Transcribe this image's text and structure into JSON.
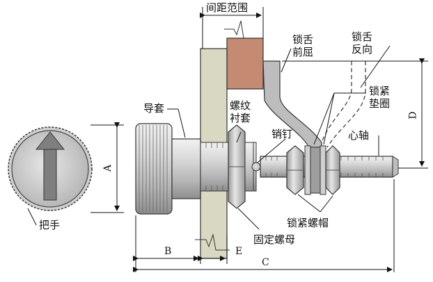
{
  "labels": {
    "spacing_range": "间距范围",
    "lock_tongue_forward_l1": "锁舌",
    "lock_tongue_forward_l2": "前屈",
    "lock_tongue_reverse_l1": "锁舌",
    "lock_tongue_reverse_l2": "反向",
    "lock_washer_l1": "锁紧",
    "lock_washer_l2": "垫圈",
    "guide_sleeve": "导套",
    "threaded_bushing_l1": "螺纹",
    "threaded_bushing_l2": "衬套",
    "pin": "销钉",
    "core_shaft": "心轴",
    "handle": "把手",
    "lock_nut": "锁紧螺帽",
    "fixing_nut": "固定螺母"
  },
  "dimensions": {
    "A": "A",
    "B": "B",
    "C": "C",
    "D": "D",
    "E": "E"
  },
  "colors": {
    "panel": "#d9d8c2",
    "bracket": "#c48a72",
    "metal_light": "#e2e2e2",
    "metal_mid": "#bdbdbd",
    "metal_dark": "#8c8c8c",
    "arrow": "#7f7f7f"
  }
}
